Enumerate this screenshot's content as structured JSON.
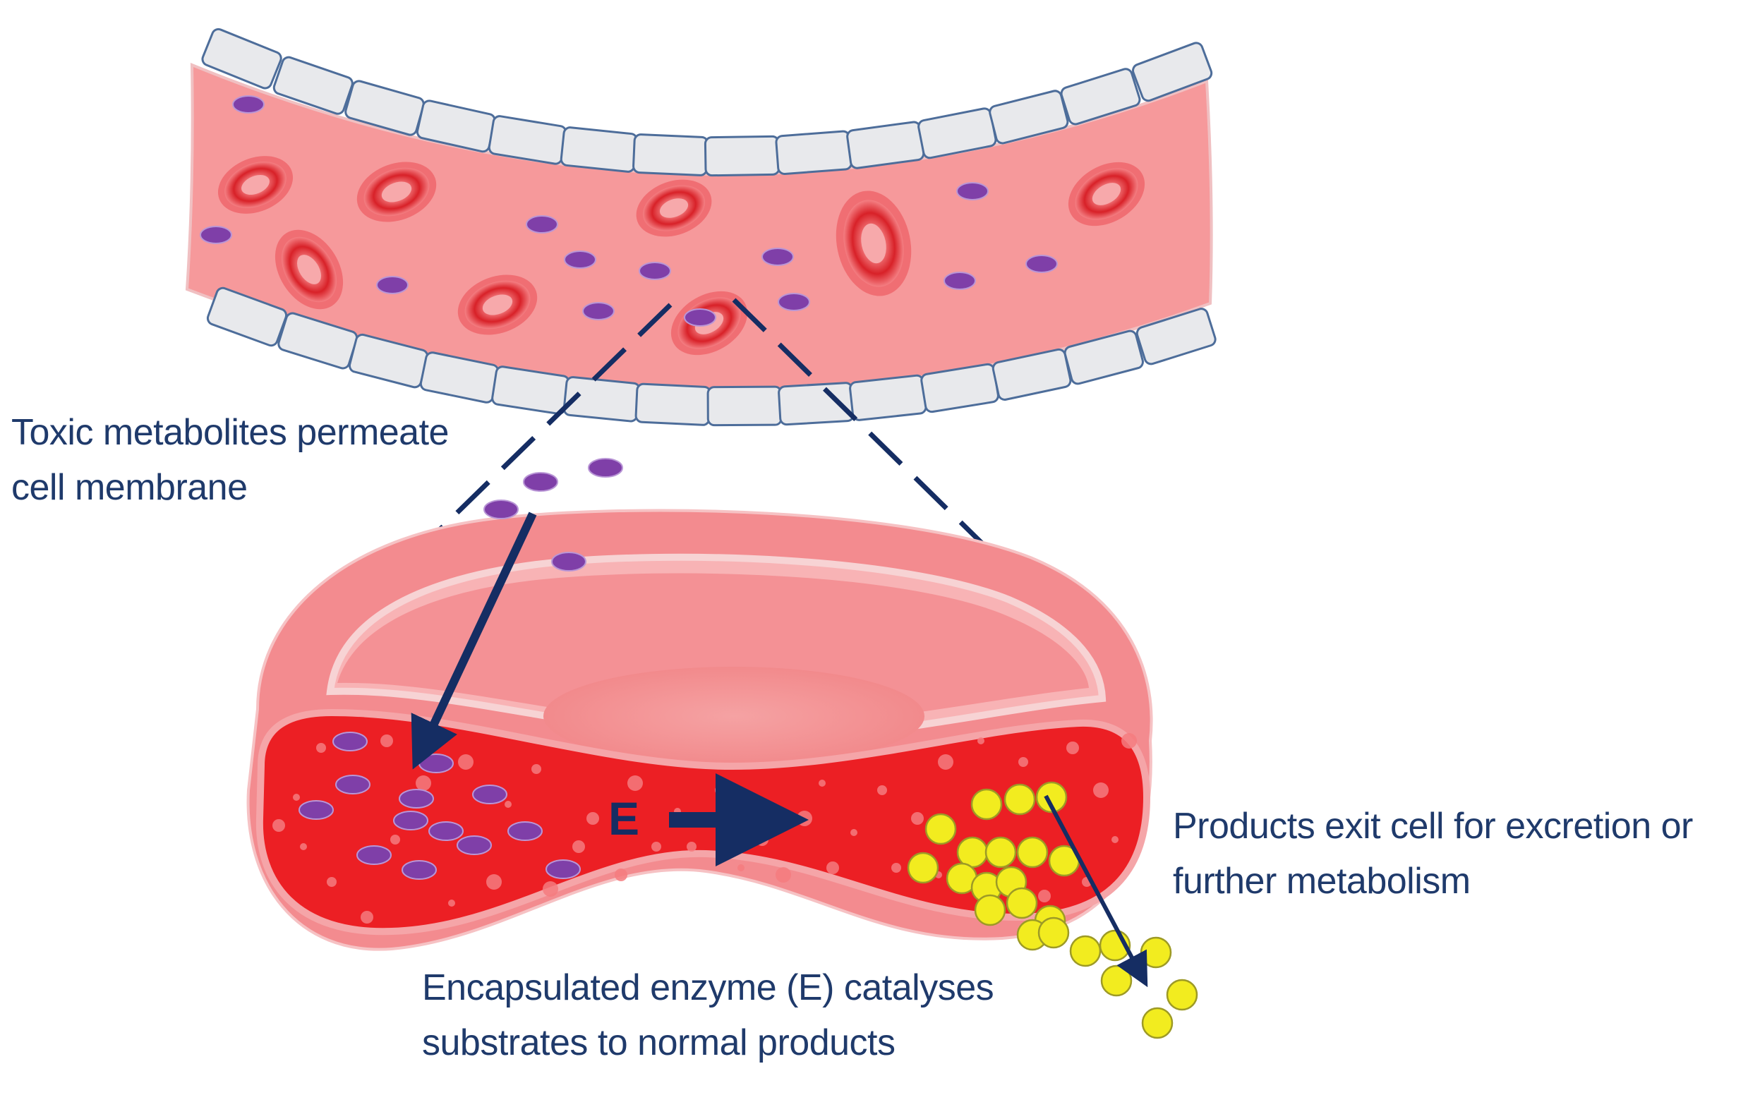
{
  "labels": {
    "toxic_metabolites": [
      "Toxic metabolites permeate",
      "cell membrane"
    ],
    "products_exit": [
      "Products exit cell for excretion or",
      "further metabolism"
    ],
    "encapsulated_enzyme": [
      "Encapsulated enzyme (E) catalyses",
      "substrates to normal products"
    ],
    "enzyme_letter": "E"
  },
  "colors": {
    "plasma": "#f6999b",
    "vessel_wall_cell": "#e8e9ec",
    "vessel_wall_outline": "#4d6d9a",
    "red_blood_cell": "#e8353b",
    "toxic_metabolite": "#7f3fa8",
    "product": "#f2ec1f",
    "arrow": "#152d63",
    "text": "#1f3a6b"
  }
}
